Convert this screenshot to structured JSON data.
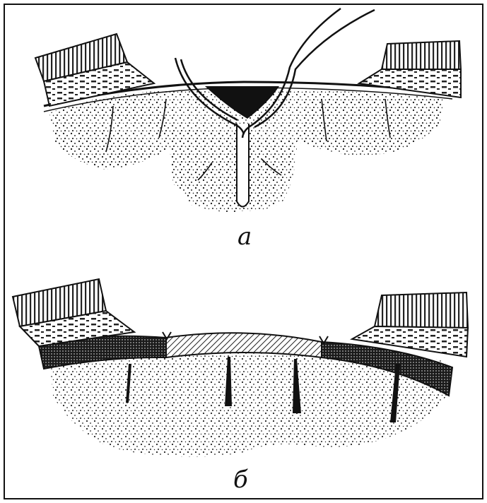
{
  "figure": {
    "panels": [
      {
        "label": "а",
        "structures": [
          "scalp-left",
          "bone-left",
          "dura",
          "cortex-gyri",
          "central-sulcus-wound",
          "blood-clot",
          "forceps"
        ]
      },
      {
        "label": "б",
        "structures": [
          "scalp-left",
          "bone-left",
          "dural-patch-left",
          "dural-graft",
          "dural-patch-right",
          "cortex-gyri",
          "sulcal-vessels"
        ]
      }
    ]
  }
}
